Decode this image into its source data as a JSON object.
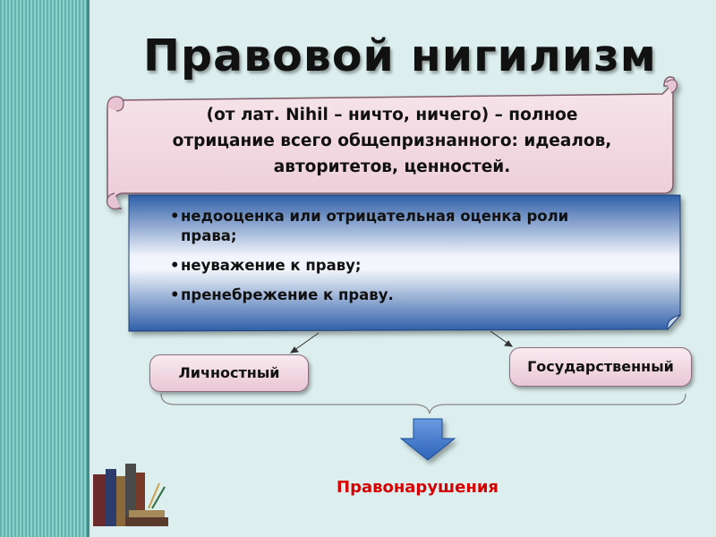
{
  "title": "Правовой нигилизм",
  "definition": {
    "line1": "(от лат. Nihil – ничто, ничего) – полное",
    "line2": "отрицание всего общепризнанного: идеалов,",
    "line3": "авторитетов, ценностей."
  },
  "manifestations": [
    {
      "bullet": "•",
      "text_line1": "недооценка или отрицательная оценка роли",
      "text_line2": "права;"
    },
    {
      "bullet": "•",
      "text_line1": "неуважение к праву;"
    },
    {
      "bullet": "•",
      "text_line1": "пренебрежение к праву."
    }
  ],
  "types": {
    "personal": "Личностный",
    "state": "Государственный"
  },
  "consequence": "Правонарушения",
  "colors": {
    "scroll_fill": "#f3dbe4",
    "scroll_border": "#7d5a67",
    "box_blue": "#3a6bb2",
    "arrow_blue": "#4a7fd0",
    "result_red": "#d60000",
    "background": "#dcefee"
  },
  "decor": {
    "bottom_left_image": "books-icon"
  }
}
